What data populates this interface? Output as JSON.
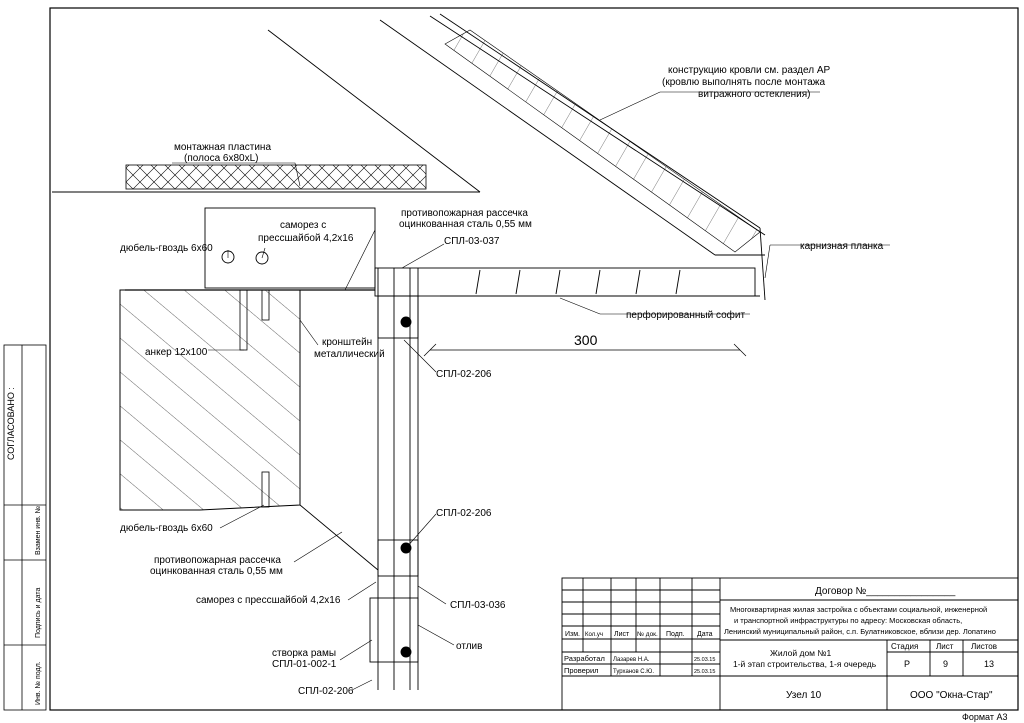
{
  "labels": {
    "roof_note_1": "конструкцию кровли см. раздел АР",
    "roof_note_2": "(кровлю выполнять после монтажа",
    "roof_note_3": "витражного остекления)",
    "mount_plate_1": "монтажная пластина",
    "mount_plate_2": "(полоса 6х80хL)",
    "fire_cut_top_1": "противопожарная рассечка",
    "fire_cut_top_2": "оцинкованная сталь 0,55 мм",
    "screw_top_1": "саморез с",
    "screw_top_2": "прессшайбой 4,2х16",
    "dowel_top": "дюбель-гвоздь 6х60",
    "spl_03_037": "СПЛ-03-037",
    "eaves_strip": "карнизная планка",
    "soffit": "перфорированный софит",
    "dimension_300": "300",
    "anchor": "анкер 12х100",
    "bracket_1": "кронштейн",
    "bracket_2": "металлический",
    "spl_02_206_a": "СПЛ-02-206",
    "spl_02_206_b": "СПЛ-02-206",
    "dowel_bottom": "дюбель-гвоздь 6х60",
    "fire_cut_bottom_1": "противопожарная рассечка",
    "fire_cut_bottom_2": "оцинкованная сталь 0,55 мм",
    "screw_bottom": "саморез с прессшайбой 4,2х16",
    "spl_03_036": "СПЛ-03-036",
    "sash_1": "створка рамы",
    "sash_2": "СПЛ-01-002-1",
    "ebb": "отлив",
    "spl_02_206_c": "СПЛ-02-206"
  },
  "side_stamp": {
    "agreed": "СОГЛАСОВАНО :",
    "replaces_inv": "Взамен инв. №",
    "sign_date": "Подпись и дата",
    "inv_orig": "Инв. № подл."
  },
  "title_block": {
    "contract": "Договор №________________",
    "project_desc_1": "Многоквартирная жилая застройка с объектами социальной, инженерной",
    "project_desc_2": "и транспортной инфраструктуры по адресу: Московская область,",
    "project_desc_3": "Ленинский муниципальный район, с.п. Булатниковское, вблизи дер. Лопатино",
    "building_1": "Жилой дом №1",
    "building_2": "1-й этап строительства, 1-я очередь",
    "col_headers": [
      "Изм.",
      "Кол.уч",
      "Лист",
      "№ док.",
      "Подп.",
      "Дата"
    ],
    "developed_label": "Разработал",
    "developed_name": "Лазарев Н.А.",
    "developed_date": "25.03.15",
    "checked_label": "Проверил",
    "checked_name": "Турханов С.Ю.",
    "checked_date": "25.03.15",
    "stage_label": "Стадия",
    "sheet_label": "Лист",
    "sheets_label": "Листов",
    "stage_value": "Р",
    "sheet_value": "9",
    "sheets_value": "13",
    "node_name": "Узел 10",
    "company": "ООО \"Окна-Стар\"",
    "format": "Формат А3"
  }
}
